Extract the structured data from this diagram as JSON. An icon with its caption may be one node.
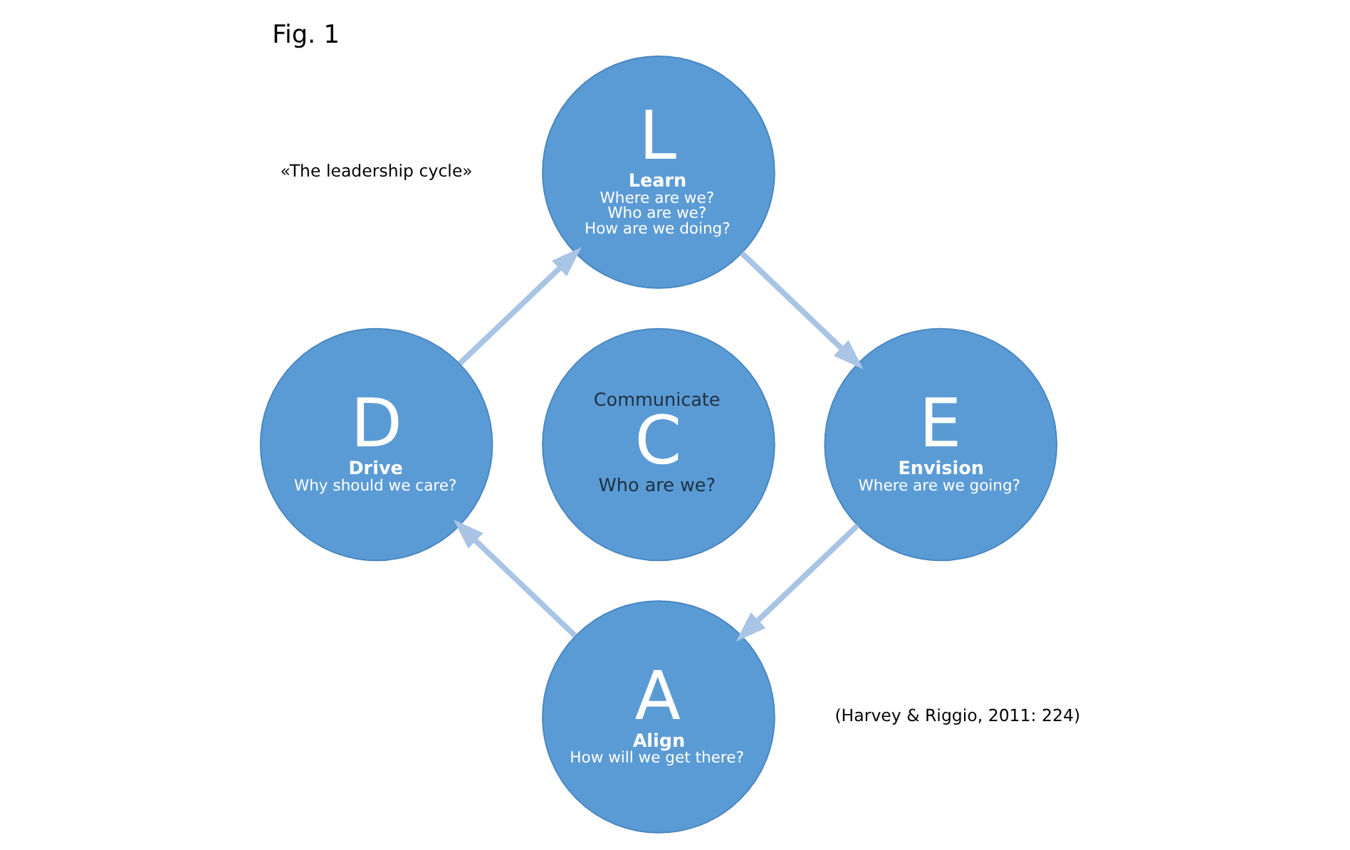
{
  "diagram": {
    "title": "Fig. 1",
    "nodes": [
      {
        "text": [
          "L",
          "Learn",
          "Where are we?",
          "Who are we?",
          "How are we doing?"
        ]
      },
      {
        "text": [
          "D",
          "Drive",
          "Why should we care?"
        ]
      },
      {
        "text": [
          "Communicate",
          "C",
          "Who are we?"
        ]
      },
      {
        "text": [
          "E",
          "Envision",
          "Where are we going?"
        ]
      },
      {
        "text": [
          "A",
          "Align",
          "How will we get there?"
        ]
      }
    ],
    "edges": [
      {
        "from": 0,
        "to": 3,
        "arrow": "to"
      },
      {
        "from": 3,
        "to": 4,
        "arrow": "to"
      },
      {
        "from": 4,
        "to": 1,
        "arrow": "to"
      },
      {
        "from": 1,
        "to": 0,
        "arrow": "to"
      }
    ],
    "labels": [
      "«The leadership cycle»",
      "(Harvey & Riggio, 2011: 224)"
    ]
  }
}
